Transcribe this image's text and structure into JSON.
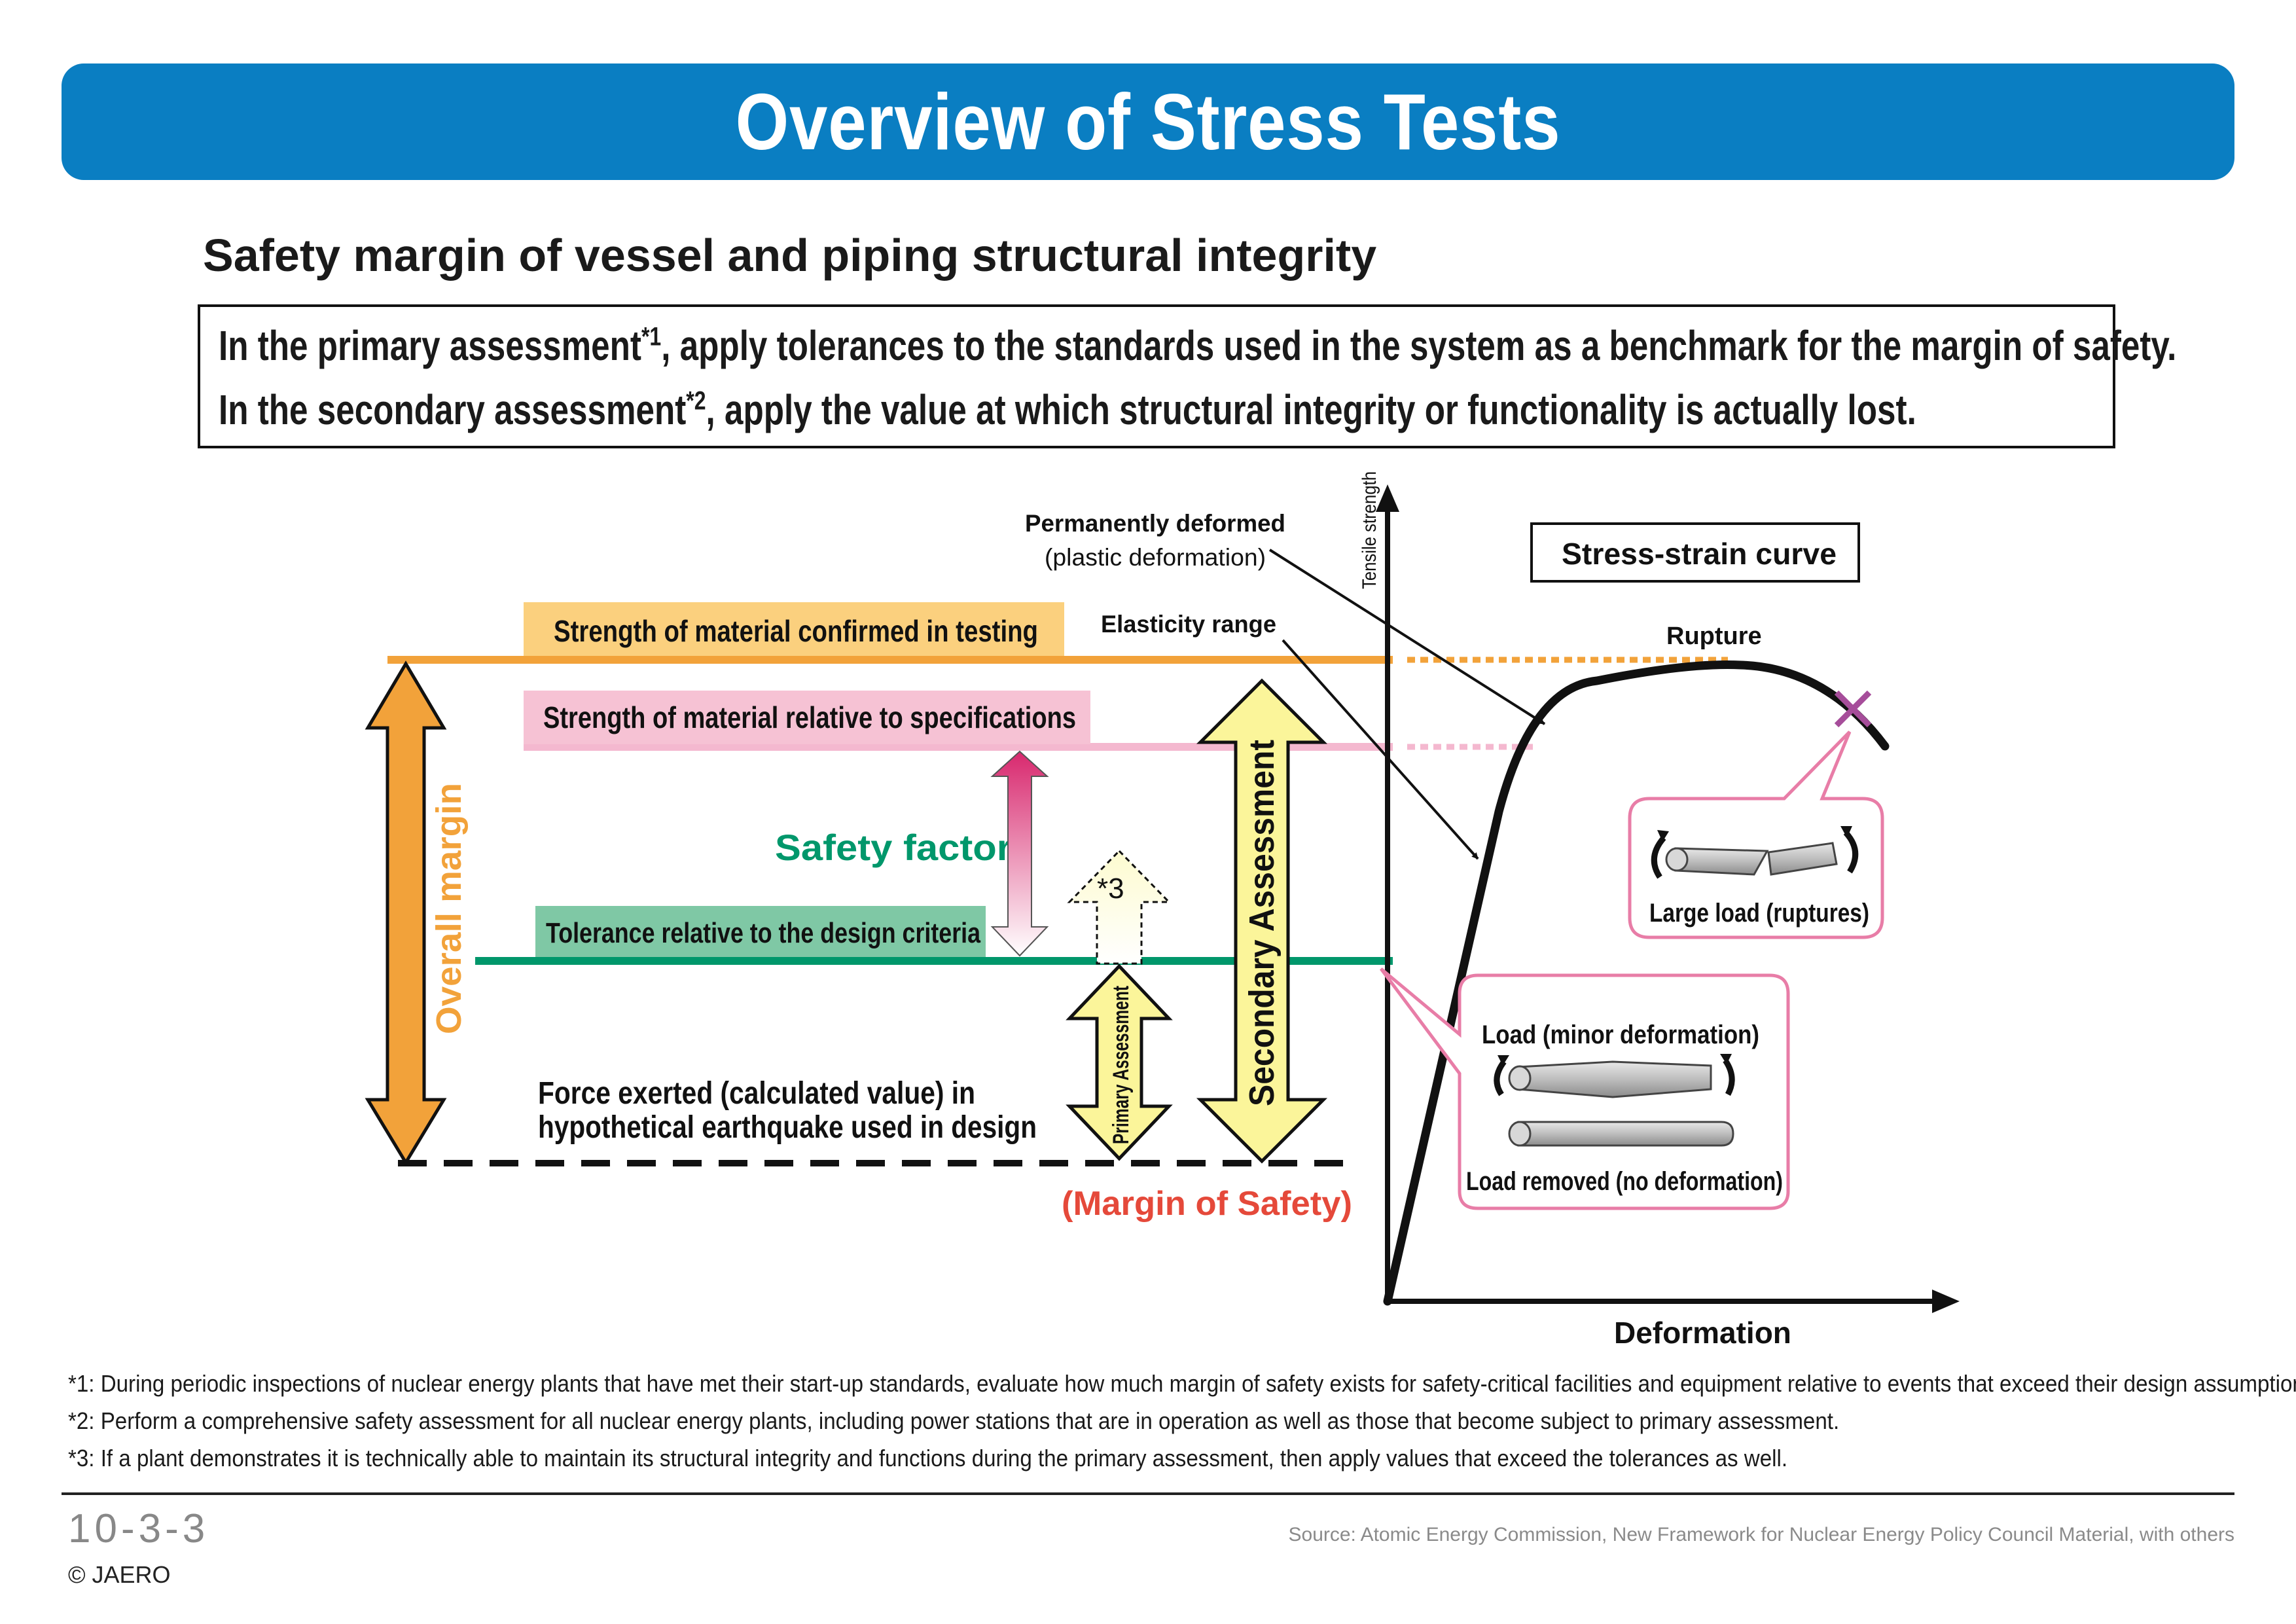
{
  "header": {
    "title": "Overview of Stress Tests"
  },
  "subtitle": "Safety margin of vessel and piping structural integrity",
  "summary": {
    "line1_a": "In the primary assessment",
    "line1_sup": "*1",
    "line1_b": ", apply tolerances to the standards used in the system as a benchmark for the margin of safety.",
    "line2_a": "In the secondary assessment",
    "line2_sup": "*2",
    "line2_b": ", apply the value at which structural integrity or functionality is actually lost."
  },
  "diagram": {
    "strength_testing": "Strength of material confirmed in testing",
    "strength_specs": "Strength of material relative to specifications",
    "safety_factor": "Safety factor",
    "tolerance": "Tolerance relative to the design criteria",
    "force_line1": "Force exerted (calculated value) in",
    "force_line2": "hypothetical earthquake used in design",
    "overall_margin": "Overall margin",
    "star3": "*3",
    "primary_assessment": "Primary Assessment",
    "secondary_assessment": "Secondary Assessment",
    "margin_of_safety": "(Margin of Safety)",
    "perm_deformed_1": "Permanently deformed",
    "perm_deformed_2": "(plastic deformation)",
    "elasticity_range": "Elasticity range",
    "tensile_strength": "Tensile strength",
    "stress_strain_curve": "Stress-strain curve",
    "rupture": "Rupture",
    "large_load": "Large load (ruptures)",
    "load_minor": "Load (minor deformation)",
    "load_removed": "Load removed (no deformation)",
    "deformation": "Deformation"
  },
  "colors": {
    "banner": "#0a7ec2",
    "orange": "#f2a23a",
    "pink": "#f4b8cf",
    "green": "#00976b",
    "magenta": "#d8286e",
    "yellow": "#fbf59a",
    "red_text": "#e5493a"
  },
  "footnotes": [
    "*1: During periodic inspections of nuclear energy plants that have met their start-up standards, evaluate how much margin of safety exists for safety-critical facilities and equipment relative to events that exceed their design assumptions.",
    "*2: Perform a comprehensive safety assessment for all nuclear energy plants, including power stations that are in operation as well as those that become subject to primary assessment.",
    "*3: If a plant demonstrates it is technically able to maintain its structural integrity and functions during the primary assessment, then apply values that exceed the tolerances as well."
  ],
  "footer": {
    "page_number": "10-3-3",
    "copyright": "© JAERO",
    "source": "Source: Atomic Energy Commission, New Framework for Nuclear Energy Policy Council Material, with others"
  }
}
